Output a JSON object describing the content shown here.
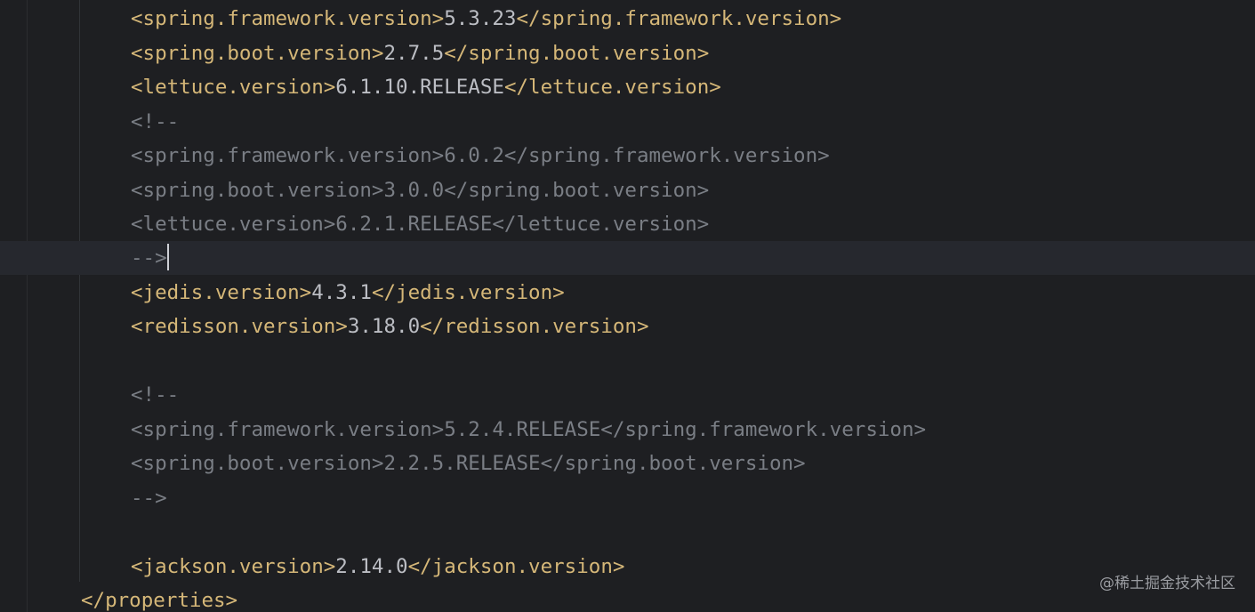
{
  "lines": [
    {
      "open": "<spring.framework.version>",
      "value": "5.3.23",
      "close": "</spring.framework.version>"
    },
    {
      "open": "<spring.boot.version>",
      "value": "2.7.5",
      "close": "</spring.boot.version>"
    },
    {
      "open": "<lettuce.version>",
      "value": "6.1.10.RELEASE",
      "close": "</lettuce.version>"
    },
    {
      "text": "<!--"
    },
    {
      "text": "<spring.framework.version>6.0.2</spring.framework.version>"
    },
    {
      "text": "<spring.boot.version>3.0.0</spring.boot.version>"
    },
    {
      "text": "<lettuce.version>6.2.1.RELEASE</lettuce.version>"
    },
    {
      "text": "-->"
    },
    {
      "open": "<jedis.version>",
      "value": "4.3.1",
      "close": "</jedis.version>"
    },
    {
      "open": "<redisson.version>",
      "value": "3.18.0",
      "close": "</redisson.version>"
    },
    {
      "text": ""
    },
    {
      "text": "<!--"
    },
    {
      "text": "<spring.framework.version>5.2.4.RELEASE</spring.framework.version>"
    },
    {
      "text": "<spring.boot.version>2.2.5.RELEASE</spring.boot.version>"
    },
    {
      "text": "-->"
    },
    {
      "text": ""
    },
    {
      "open": "<jackson.version>",
      "value": "2.14.0",
      "close": "</jackson.version>"
    },
    {
      "text": "</properties>"
    }
  ],
  "watermark": "@稀土掘金技术社区",
  "colors": {
    "background": "#1e1f22",
    "current_line": "#26282e",
    "tag": "#d5b778",
    "value": "#bcbec4",
    "comment": "#7a7e85"
  }
}
